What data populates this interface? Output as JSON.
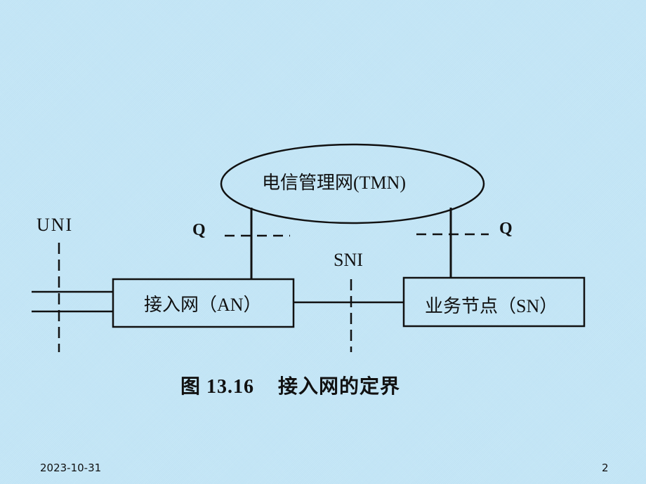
{
  "slide": {
    "page_number": "2",
    "date": "2023-10-31",
    "background_color": "#c4e6f6"
  },
  "diagram": {
    "tmn_label": "电信管理网(TMN)",
    "uni_label": "UNI",
    "q_left_label": "Q",
    "q_right_label": "Q",
    "sni_label": "SNI",
    "an_label": "接入网（AN）",
    "sn_label": "业务节点（SN）"
  },
  "caption": {
    "figure_number": "图 13.16",
    "title": "接入网的定界"
  }
}
